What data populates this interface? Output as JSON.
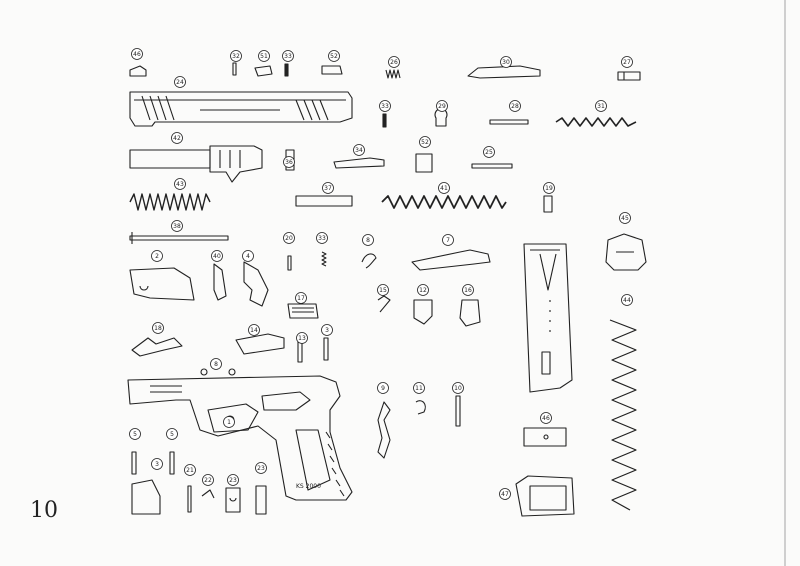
{
  "page": {
    "number": "10"
  },
  "diagram": {
    "title": "",
    "callouts": [
      "46",
      "32",
      "51",
      "33",
      "52",
      "24",
      "26",
      "30",
      "27",
      "33",
      "29",
      "28",
      "31",
      "42",
      "52",
      "36",
      "34",
      "25",
      "43",
      "37",
      "41",
      "19",
      "38",
      "45",
      "20",
      "33",
      "8",
      "7",
      "2",
      "40",
      "4",
      "17",
      "15",
      "12",
      "16",
      "18",
      "14",
      "13",
      "3",
      "8",
      "9",
      "11",
      "10",
      "1",
      "46",
      "5",
      "5",
      "3",
      "21",
      "22",
      "23",
      "23",
      "47",
      "44"
    ],
    "stamp_text": "KS 2000"
  }
}
